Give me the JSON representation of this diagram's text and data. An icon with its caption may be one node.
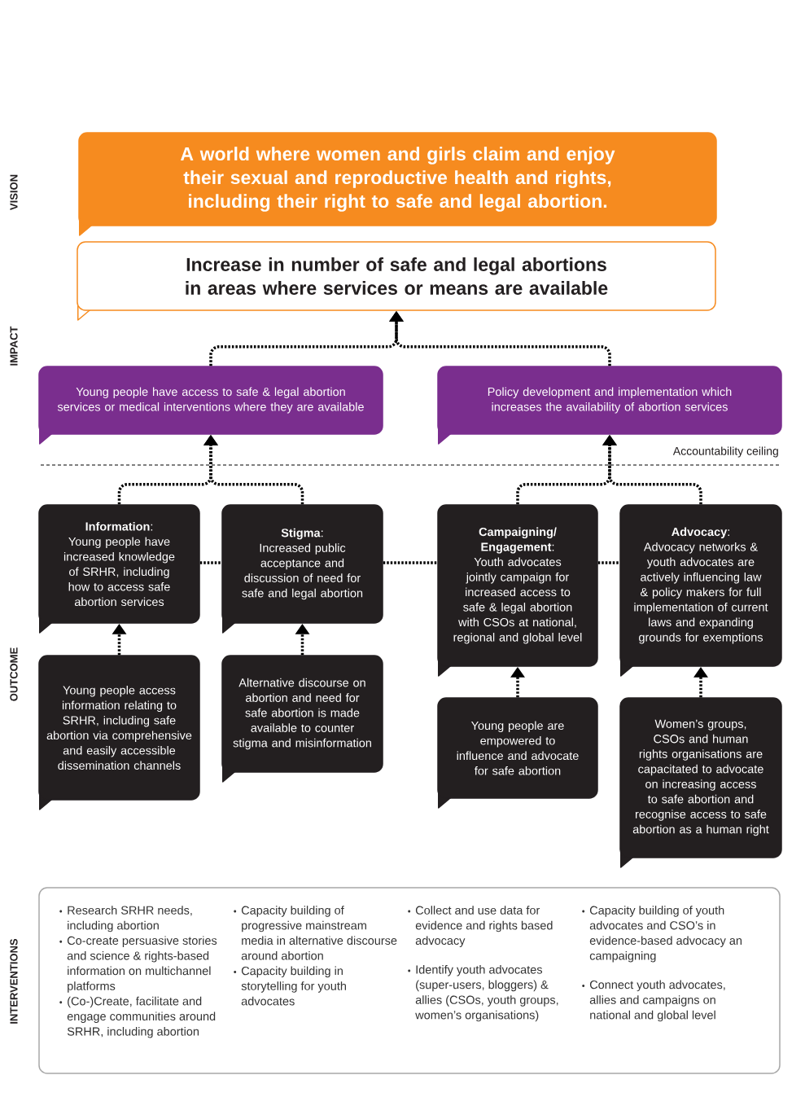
{
  "diagram": {
    "nodes": [
      {
        "text": [
          "A world where women and girls claim and enjoy their sexual and reproductive health and rights, including their right to safe and legal abortion."
        ]
      },
      {
        "text": [
          "Increase in number of safe and legal abortions in areas where services or means are available"
        ]
      },
      {
        "text": [
          "Young people have access to safe & legal abortion services or medical interventions where they are available"
        ]
      },
      {
        "text": [
          "Policy development and implementation which increases the availability of abortion services"
        ]
      },
      {
        "text": [
          "**Information**:",
          "Young people have increased knowledge of SRHR, including how to access safe abortion services"
        ]
      },
      {
        "text": [
          "**Stigma**:",
          "Increased public acceptance and discussion of need for safe and legal abortion"
        ]
      },
      {
        "text": [
          "**Campaigning/ Engagement**:",
          "Youth advocates jointly campaign for increased access to safe & legal abortion with CSOs at national, regional and global level"
        ]
      },
      {
        "text": [
          "**Advocacy**:",
          "Advocacy networks & youth advocates are actively influencing law & policy makers for full implementation of current laws and expanding grounds for exemptions"
        ]
      },
      {
        "text": [
          "Young people access information relating to SRHR, including safe abortion via comprehensive and easily accessible dissemination channels"
        ]
      },
      {
        "text": [
          "Alternative discourse on abortion and need for safe abortion is made available to counter stigma and misinformation"
        ]
      },
      {
        "text": [
          "Young people are empowered to influence and advocate for safe abortion"
        ]
      },
      {
        "text": [
          "Women’s groups, CSOs and human rights organisations are capacitated to advocate on increasing access to safe abortion and recognise access to safe abortion as a human right"
        ]
      },
      {
        "text": [
          "Research SRHR needs, including abortion",
          "Co-create persuasive stories and science & rights-based information on multichannel platforms",
          "(Co-)Create, facilitate and engage communities around SRHR, including abortion",
          "Capacity building of progressive mainstream media in alternative discourse around abortion",
          "Capacity building in storytelling for youth advocates",
          "Collect and use data for evidence and rights based advocacy",
          "Identify youth advocates (super-users, bloggers) & allies (CSOs, youth groups, women’s organisations)",
          "Capacity building of youth advocates and CSO’s in evidence-based advocacy an campaigning",
          "Connect youth advocates, allies and campaigns on national and global level"
        ]
      }
    ],
    "edges": [
      {
        "from": 2,
        "to": 1,
        "arrow": "to",
        "style": "dashed"
      },
      {
        "from": 3,
        "to": 1,
        "arrow": "to",
        "style": "dashed"
      },
      {
        "from": 4,
        "to": 2,
        "arrow": "to",
        "style": "dashed"
      },
      {
        "from": 5,
        "to": 2,
        "arrow": "to",
        "style": "dashed"
      },
      {
        "from": 6,
        "to": 3,
        "arrow": "to",
        "style": "dashed"
      },
      {
        "from": 7,
        "to": 3,
        "arrow": "to",
        "style": "dashed"
      },
      {
        "from": 4,
        "to": 5,
        "arrow": "none",
        "style": "dashed"
      },
      {
        "from": 5,
        "to": 6,
        "arrow": "none",
        "style": "dashed"
      },
      {
        "from": 6,
        "to": 7,
        "arrow": "none",
        "style": "dashed"
      },
      {
        "from": 8,
        "to": 4,
        "arrow": "to",
        "style": "dashed"
      },
      {
        "from": 9,
        "to": 5,
        "arrow": "to",
        "style": "dashed"
      },
      {
        "from": 10,
        "to": 6,
        "arrow": "to",
        "style": "dashed"
      },
      {
        "from": 11,
        "to": 7,
        "arrow": "to",
        "style": "dashed"
      }
    ],
    "labels": [
      "VISION",
      "IMPACT",
      "OUTCOME",
      "INTERVENTIONS",
      "Accountability ceiling"
    ]
  }
}
